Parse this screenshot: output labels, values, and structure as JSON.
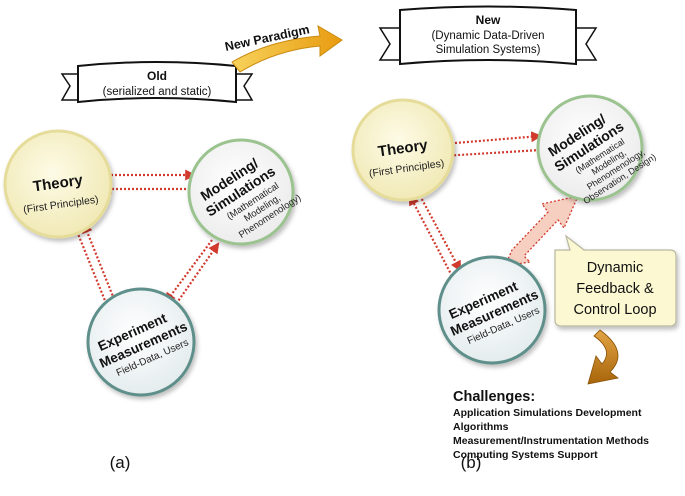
{
  "panel_a": {
    "banner_title": "Old",
    "banner_subtitle": "(serialized and static)",
    "theory": {
      "title": "Theory",
      "subtitle": "(First Principles)"
    },
    "modeling": {
      "title_line1": "Modeling/",
      "title_line2": "Simulations",
      "sub_lines": [
        "(Mathematical",
        "Modeling,",
        "Phenomenology)"
      ]
    },
    "experiment": {
      "title_line1": "Experiment",
      "title_line2": "Measurements",
      "subtitle": "Field-Data, Users"
    },
    "caption": "(a)"
  },
  "arrow_label": "New Paradigm",
  "panel_b": {
    "banner_title": "New",
    "banner_sub_line1": "(Dynamic Data-Driven",
    "banner_sub_line2": "Simulation Systems)",
    "theory": {
      "title": "Theory",
      "subtitle": "(First Principles)"
    },
    "modeling": {
      "title_line1": "Modeling/",
      "title_line2": "Simulations",
      "sub_lines": [
        "(Mathematical",
        "Modeling,",
        "Phenomenology,",
        "Observation, Design)"
      ]
    },
    "experiment": {
      "title_line1": "Experiment",
      "title_line2": "Measurements",
      "subtitle": "Field-Data, Users"
    },
    "callout_lines": [
      "Dynamic",
      "Feedback &",
      "Control Loop"
    ],
    "challenges_title": "Challenges:",
    "challenges_items": [
      "Application Simulations Development",
      "Algorithms",
      "Measurement/Instrumentation Methods",
      "Computing Systems Support"
    ],
    "caption": "(b)"
  },
  "colors": {
    "theory_fill": "#f7f2c8",
    "theory_ring": "#e6dc9a",
    "modeling_ring": "#9bc38f",
    "experiment_ring": "#5f8f8a",
    "arrow_red": "#d23a2e",
    "paradigm_arrow": "#f2b01e",
    "callout_fill": "#fbf8d2",
    "loop_fill": "#f6cfc0",
    "brown_arrow": "#c27a12"
  }
}
